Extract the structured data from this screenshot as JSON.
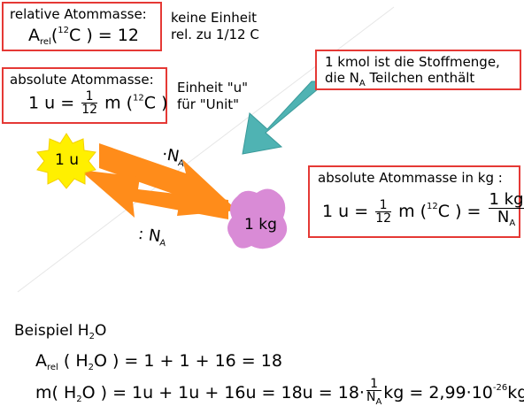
{
  "box_rel": {
    "title": "relative Atommasse:",
    "A": "A",
    "rel_sub": "rel",
    "paren_open": "(",
    "iso_sup": "12",
    "C": "C",
    "rhs": ") = 12"
  },
  "note_rel": {
    "line1": "keine Einheit",
    "line2": "rel. zu 1/12 C"
  },
  "box_abs": {
    "title": "absolute Atommasse:",
    "lhs": "1 u =",
    "frac_num": "1",
    "frac_den": "12",
    "m": "m (",
    "iso_sup": "12",
    "C": "C )"
  },
  "note_unit": {
    "line1": "Einheit \"u\"",
    "line2": "für \"Unit\""
  },
  "box_kmol": {
    "line1": "1 kmol ist die Stoffmenge,",
    "line2_a": "die N",
    "line2_sub": "A",
    "line2_b": " Teilchen enthält"
  },
  "diagram": {
    "sun_label": "1 u",
    "blob_label": "1 kg",
    "op_times": "·N",
    "op_div": ": N",
    "sub_A": "A",
    "colors": {
      "sun": "#fff000",
      "blob": "#d98bd6",
      "arrow": "#ff8c1a",
      "teal": "#4fb3b3",
      "border": "#e53935"
    }
  },
  "box_kg": {
    "title": "absolute Atommasse in kg :",
    "lhs": "1 u =",
    "frac_num": "1",
    "frac_den": "12",
    "m": "m (",
    "iso_sup": "12",
    "C": "C ) =",
    "kg_num": "1 kg",
    "kg_den": "N",
    "kg_den_sub": "A"
  },
  "example": {
    "heading_a": "Beispiel H",
    "heading_sub": "2",
    "heading_b": "O",
    "line1_A": "A",
    "line1_sub": "rel",
    "line1_a": " ( H",
    "line1_sub2": "2",
    "line1_b": "O ) = 1 + 1 + 16 = 18",
    "line2_a": "m( H",
    "line2_sub": "2",
    "line2_b": "O ) = 1u + 1u + 16u = 18u = 18·",
    "line2_frac_num": "1",
    "line2_frac_den": "N",
    "line2_frac_den_sub": "A",
    "line2_c": "kg = 2,99·10",
    "line2_exp": "-26",
    "line2_d": "kg"
  }
}
